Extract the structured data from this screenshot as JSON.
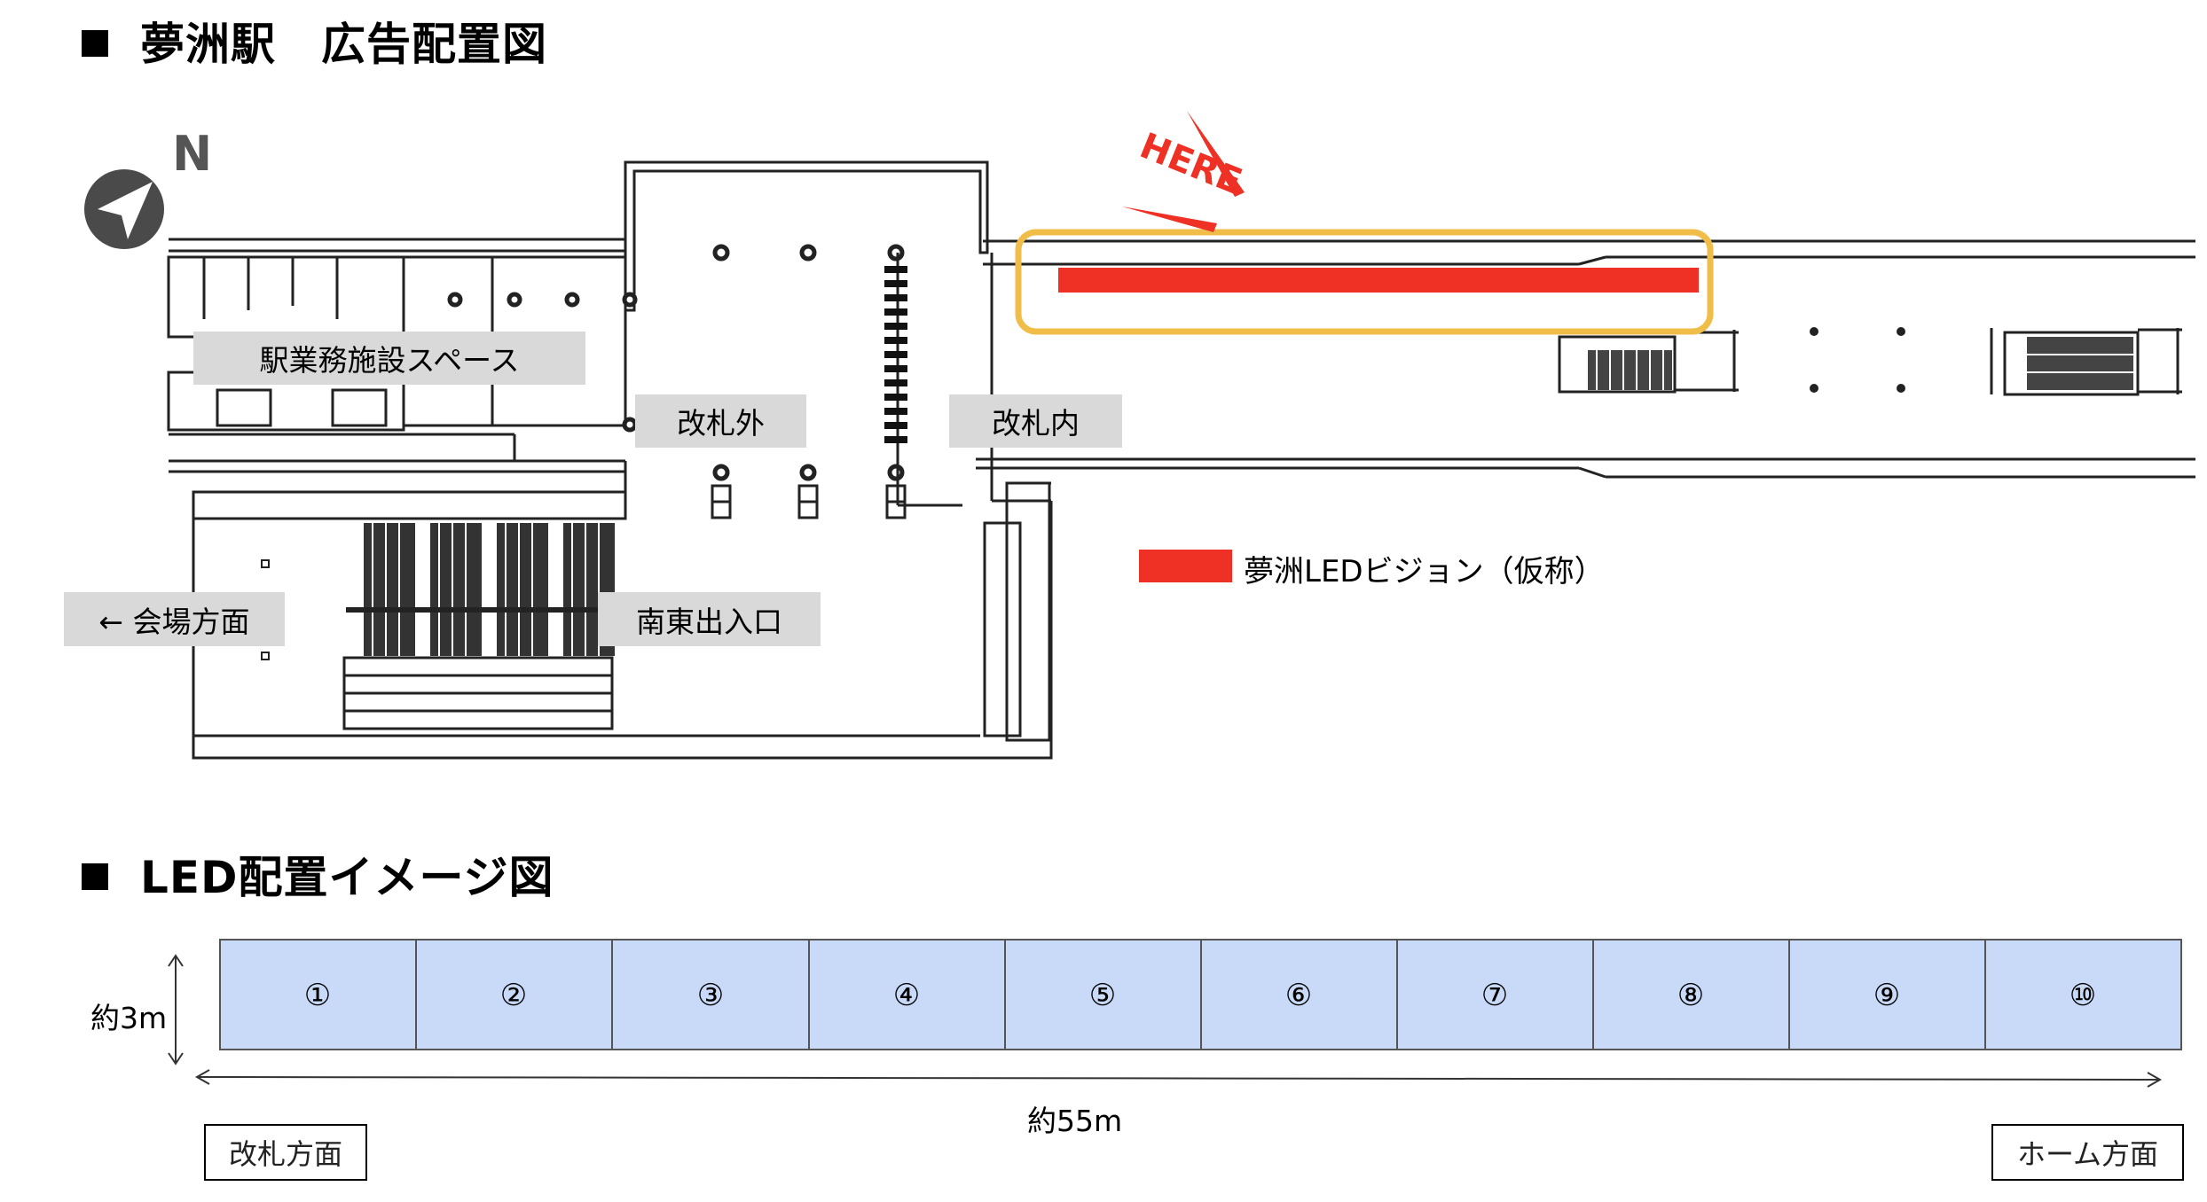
{
  "sections": {
    "map_title": "夢洲駅　広告配置図",
    "led_title": "LED配置イメージ図"
  },
  "compass": {
    "label": "N"
  },
  "highlight": {
    "here_label": "HERE"
  },
  "map_labels": {
    "staff_space": "駅業務施設スペース",
    "outside_gate": "改札外",
    "inside_gate": "改札内",
    "venue_direction": "← 会場方面",
    "southeast_exit": "南東出入口"
  },
  "legend": {
    "label": "夢洲LEDビジョン（仮称）",
    "color": "#ee3124"
  },
  "led_panels": [
    "①",
    "②",
    "③",
    "④",
    "⑤",
    "⑥",
    "⑦",
    "⑧",
    "⑨",
    "⑩"
  ],
  "dimensions": {
    "height": "約3m",
    "width": "約55m"
  },
  "direction_labels": {
    "gate_side": "改札方面",
    "platform_side": "ホーム方面"
  },
  "colors": {
    "panel_fill": "#c9daf8",
    "highlight_border": "#f0bd49",
    "led_bar": "#ee3124",
    "label_bg": "#d9d9d9"
  }
}
